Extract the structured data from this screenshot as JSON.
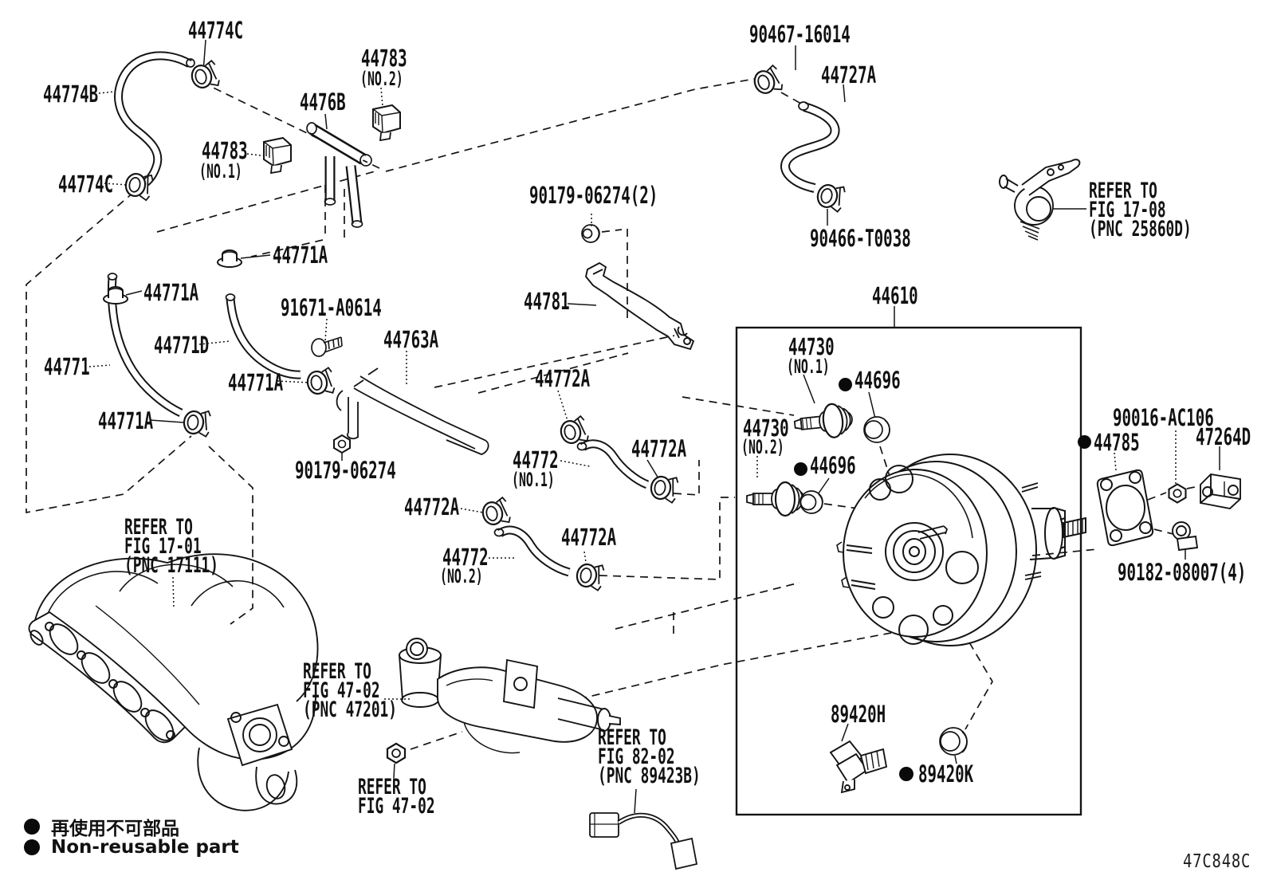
{
  "diagram": {
    "figure_code": "47C848C",
    "colors": {
      "line": "#141414",
      "background": "#ffffff"
    },
    "legend": {
      "jp": "再使用不可部品",
      "en": "Non-reusable part"
    },
    "labels": {
      "p44774c_a": "44774C",
      "p90467": "90467-16014",
      "p44783b": "44783",
      "p44783b_sub": "(NO.2)",
      "p44727a": "44727A",
      "p44774b": "44774B",
      "p4476b": "4476B",
      "p44783a": "44783",
      "p44783a_sub": "(NO.1)",
      "p44774c_b": "44774C",
      "p90179_2": "90179-06274(2)",
      "p90466": "90466-T0038",
      "p44771a_1": "44771A",
      "p44771a_2": "44771A",
      "p91671": "91671-A0614",
      "p44781": "44781",
      "p44610": "44610",
      "p44771d": "44771D",
      "p44763a": "44763A",
      "p44730_1": "44730",
      "p44730_1_sub": "(NO.1)",
      "p44771": "44771",
      "p44696_1": "44696",
      "p44772a_1": "44772A",
      "p44771a_3": "44771A",
      "p44730_2": "44730",
      "p44730_2_sub": "(NO.2)",
      "p44772a_2": "44772A",
      "p90016": "90016-AC106",
      "p44785": "44785",
      "p47264d": "47264D",
      "p44771a_4": "44771A",
      "p44696_2": "44696",
      "p44772_1": "44772",
      "p44772_1_sub": "(NO.1)",
      "p90179_1": "90179-06274",
      "p44772a_3": "44772A",
      "p44772a_4": "44772A",
      "p44772_2": "44772",
      "p44772_2_sub": "(NO.2)",
      "p90182": "90182-08007(4)",
      "p89420h": "89420H",
      "p89420k": "89420K"
    },
    "notes": {
      "fig1708": [
        "REFER TO",
        "FIG 17-08",
        "(PNC 25860D)"
      ],
      "fig1701": [
        "REFER TO",
        "FIG 17-01",
        "(PNC 17111)"
      ],
      "fig4702a": [
        "REFER TO",
        "FIG 47-02",
        "(PNC 47201)"
      ],
      "fig8202": [
        "REFER TO",
        "FIG 82-02",
        "(PNC 89423B)"
      ],
      "fig4702b": [
        "REFER TO",
        "FIG 47-02"
      ]
    }
  }
}
